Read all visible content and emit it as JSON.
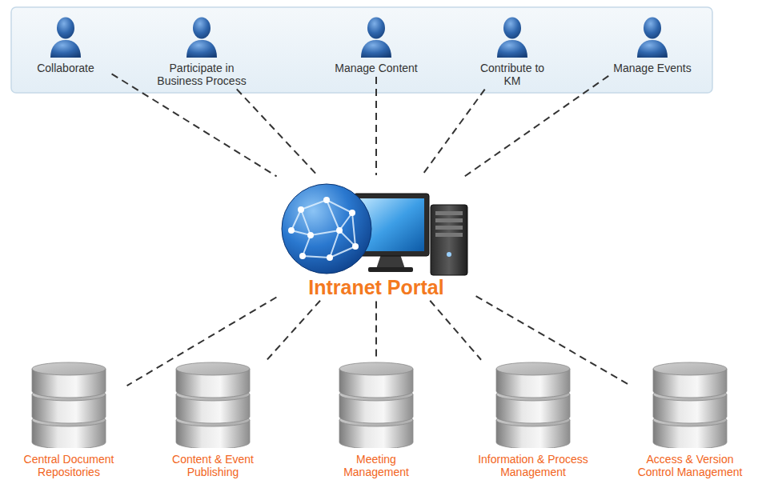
{
  "diagram": {
    "nodes": [
      {
        "text": [
          "Collaborate"
        ]
      },
      {
        "text": [
          "Participate in Business Process"
        ]
      },
      {
        "text": [
          "Manage Content"
        ]
      },
      {
        "text": [
          "Contribute to KM"
        ]
      },
      {
        "text": [
          "Manage Events"
        ]
      },
      {
        "text": [
          "Intranet Portal"
        ]
      },
      {
        "text": [
          "Central Document Repositories"
        ]
      },
      {
        "text": [
          "Content & Event Publishing"
        ]
      },
      {
        "text": [
          "Meeting Management"
        ]
      },
      {
        "text": [
          "Information & Process Management"
        ]
      },
      {
        "text": [
          "Access & Version Control Management"
        ]
      }
    ],
    "edges": [
      {
        "from": 0,
        "to": 5,
        "arrow": "none"
      },
      {
        "from": 1,
        "to": 5,
        "arrow": "none"
      },
      {
        "from": 2,
        "to": 5,
        "arrow": "none"
      },
      {
        "from": 3,
        "to": 5,
        "arrow": "none"
      },
      {
        "from": 4,
        "to": 5,
        "arrow": "none"
      },
      {
        "from": 5,
        "to": 6,
        "arrow": "none"
      },
      {
        "from": 5,
        "to": 7,
        "arrow": "none"
      },
      {
        "from": 5,
        "to": 8,
        "arrow": "none"
      },
      {
        "from": 5,
        "to": 9,
        "arrow": "none"
      },
      {
        "from": 5,
        "to": 10,
        "arrow": "none"
      }
    ]
  }
}
